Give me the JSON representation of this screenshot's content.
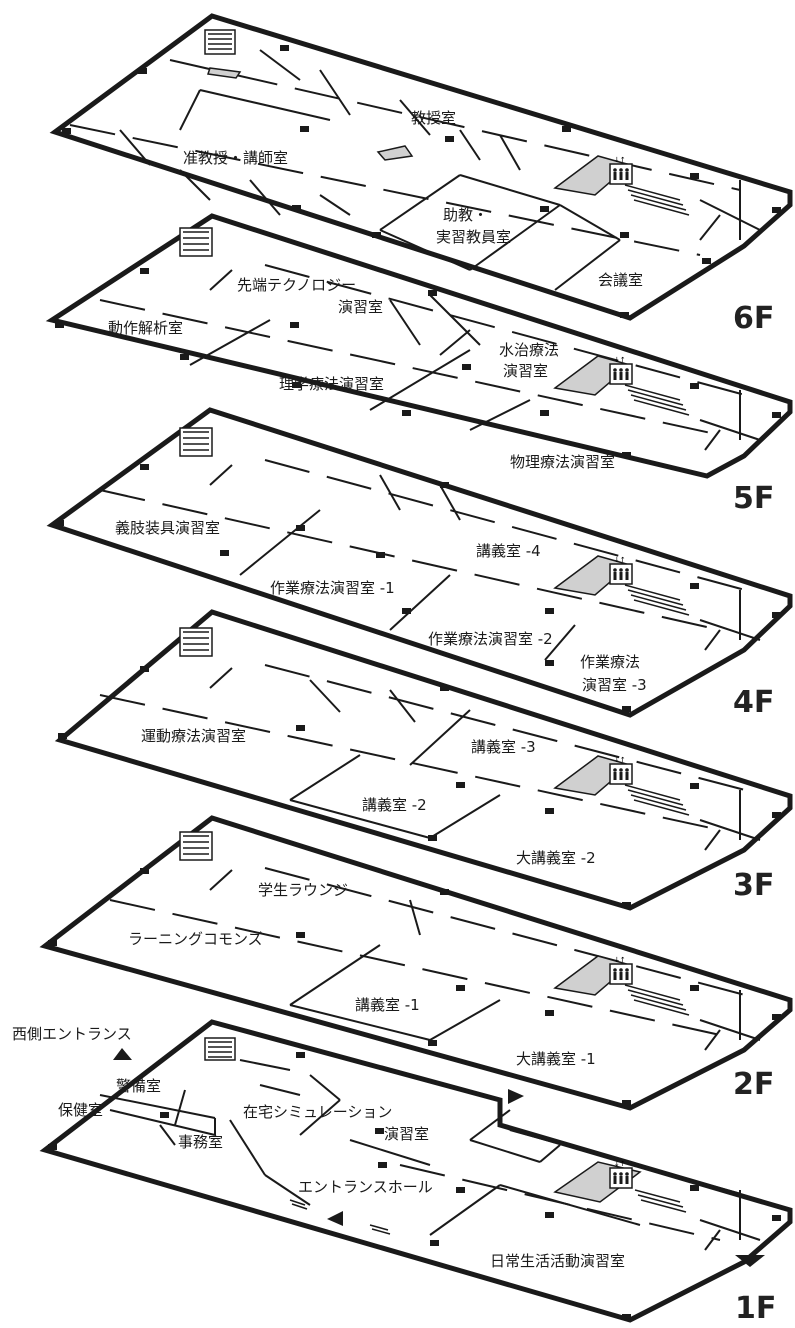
{
  "floors": [
    {
      "floor": "6F",
      "rooms": [
        "教授室",
        "准教授・講師室",
        "助教・",
        "実習教員室",
        "会議室"
      ]
    },
    {
      "floor": "5F",
      "rooms": [
        "先端テクノロジー",
        "演習室",
        "動作解析室",
        "水治療法",
        "演習室",
        "理学療法演習室",
        "物理療法演習室"
      ]
    },
    {
      "floor": "4F",
      "rooms": [
        "義肢装具演習室",
        "講義室 -4",
        "作業療法演習室 -1",
        "作業療法演習室 -2",
        "作業療法",
        "演習室 -3"
      ]
    },
    {
      "floor": "3F",
      "rooms": [
        "運動療法演習室",
        "講義室 -3",
        "講義室 -2",
        "大講義室 -2"
      ]
    },
    {
      "floor": "2F",
      "rooms": [
        "学生ラウンジ",
        "ラーニングコモンズ",
        "講義室 -1",
        "大講義室 -1"
      ]
    },
    {
      "floor": "1F",
      "rooms": [
        "西側エントランス",
        "警備室",
        "保健室",
        "在宅シミュレーション",
        "演習室",
        "事務室",
        "エントランスホール",
        "日常生活活動演習室"
      ]
    }
  ],
  "icons": {
    "elevator": "elevator-icon",
    "stairs": "stairs-icon",
    "entrance_arrow": "entrance-arrow-icon"
  },
  "colors": {
    "walls": "#1a1a1a",
    "highlight_gray": "#d0d0d0",
    "background": "#ffffff"
  }
}
